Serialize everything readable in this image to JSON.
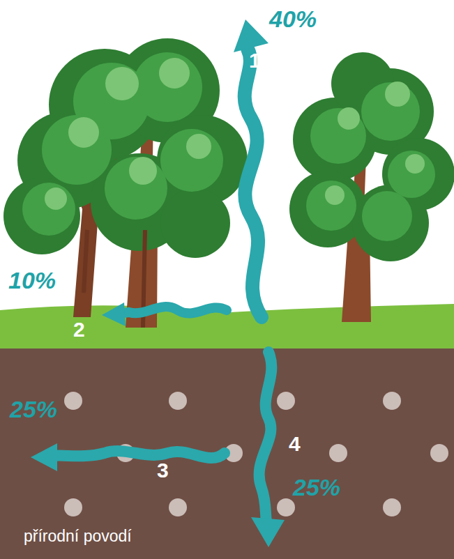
{
  "diagram": {
    "labels": [
      "40%",
      "1",
      "10%",
      "2",
      "25%",
      "3",
      "4",
      "25%",
      "přírodní povodí"
    ]
  }
}
